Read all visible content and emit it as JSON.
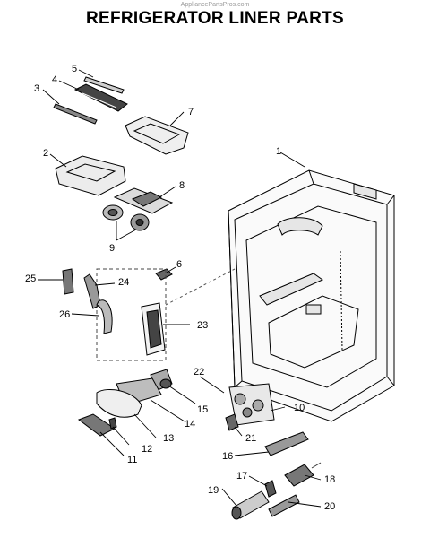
{
  "header": {
    "watermark": "AppliancePartsPros.com",
    "title": "REFRIGERATOR LINER PARTS"
  },
  "callouts": [
    "1",
    "2",
    "3",
    "4",
    "5",
    "6",
    "7",
    "8",
    "9",
    "10",
    "11",
    "12",
    "13",
    "14",
    "15",
    "16",
    "17",
    "18",
    "19",
    "20",
    "21",
    "22",
    "23",
    "24",
    "25",
    "26"
  ],
  "colors": {
    "line": "#000000",
    "part_fill": "#e6e6e6",
    "part_dark": "#555555",
    "dashed": "#444444"
  }
}
